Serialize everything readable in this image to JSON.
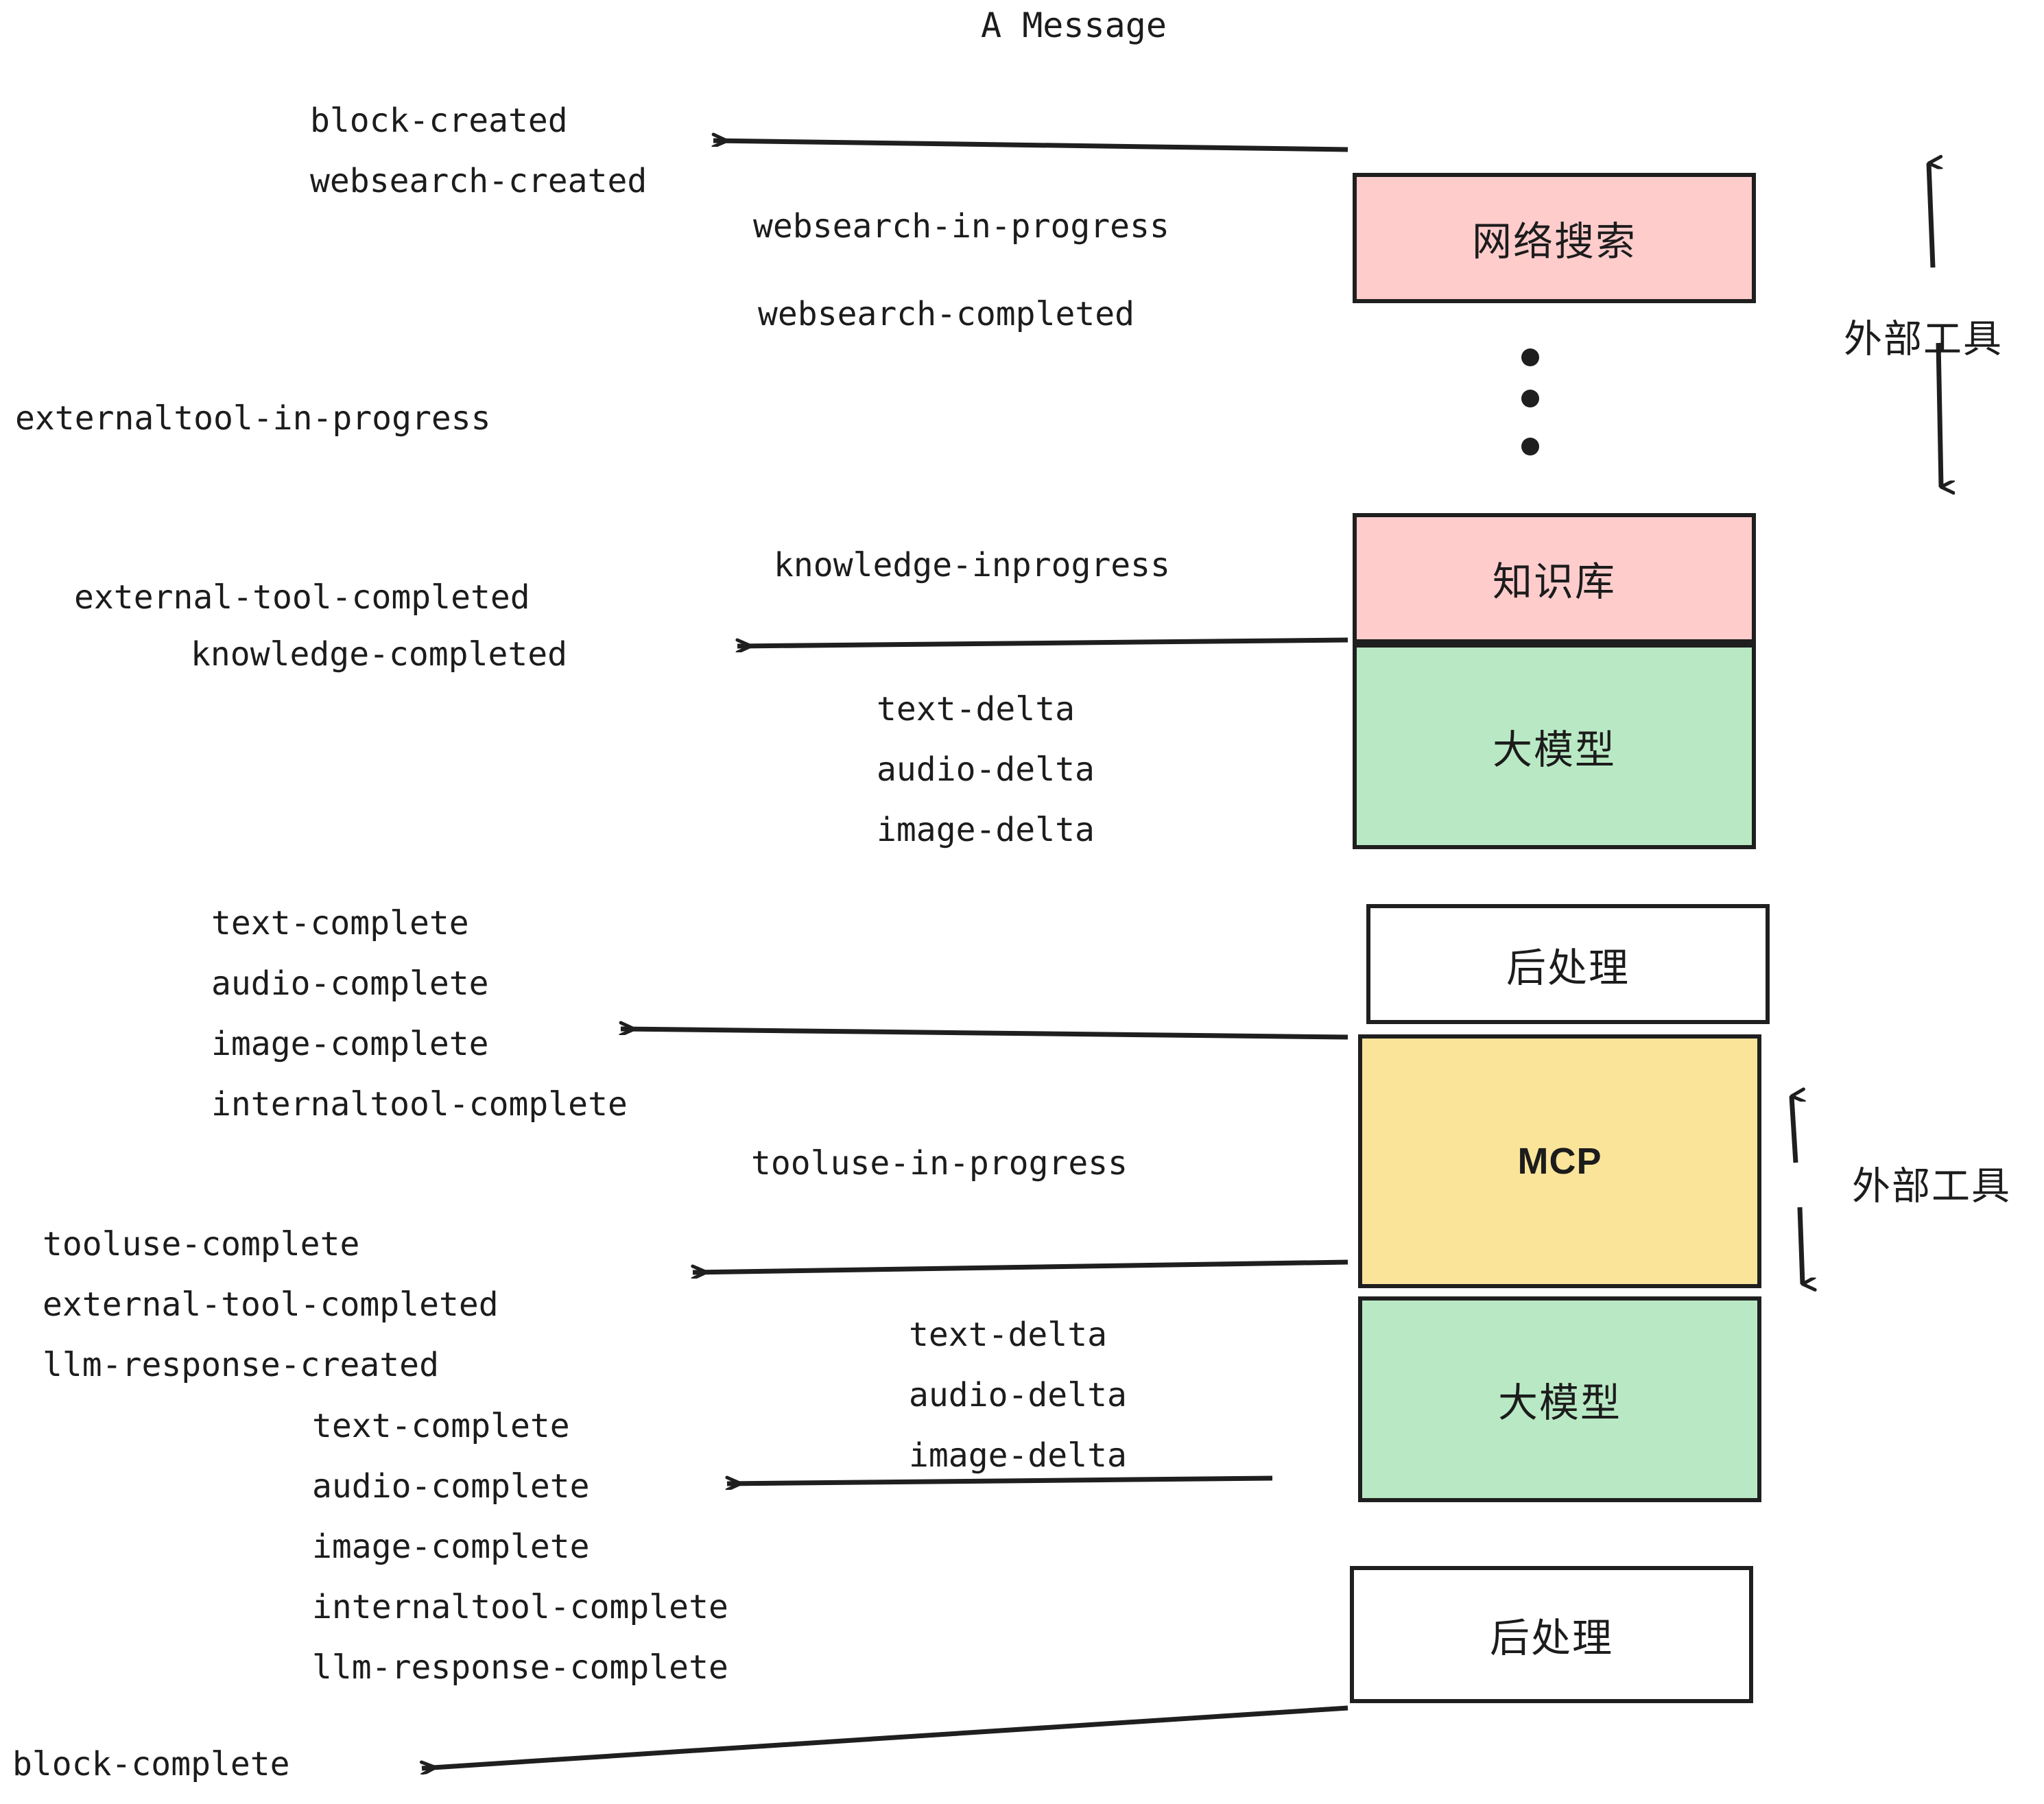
{
  "title": "A Message",
  "colors": {
    "pink": "#FFCCCC",
    "green": "#B9E9C4",
    "yellow": "#FAE49A",
    "white": "#FFFFFF",
    "stroke": "#1F1F1F",
    "text": "#1C1C1C"
  },
  "boxes": [
    {
      "key": "websearch",
      "label": "网络搜索",
      "fill": "#FFCCCC"
    },
    {
      "key": "knowledge",
      "label": "知识库",
      "fill": "#FFCCCC"
    },
    {
      "key": "llm_upper",
      "label": "大模型",
      "fill": "#B9E9C4"
    },
    {
      "key": "postprocess_one",
      "label": "后处理",
      "fill": "#FFFFFF"
    },
    {
      "key": "mcp",
      "label": "MCP",
      "fill": "#FAE49A"
    },
    {
      "key": "llm_lower",
      "label": "大模型",
      "fill": "#B9E9C4"
    },
    {
      "key": "postprocess_two",
      "label": "后处理",
      "fill": "#FFFFFF"
    }
  ],
  "side_labels": [
    {
      "key": "external_tools_upper",
      "label": "外部工具"
    },
    {
      "key": "external_tools_lower",
      "label": "外部工具"
    }
  ],
  "events": [
    {
      "key": "block-created",
      "label": "block-created"
    },
    {
      "key": "websearch-created",
      "label": "websearch-created"
    },
    {
      "key": "websearch-in-progress",
      "label": "websearch-in-progress"
    },
    {
      "key": "websearch-completed",
      "label": "websearch-completed"
    },
    {
      "key": "externaltool-in-progress",
      "label": "externaltool-in-progress"
    },
    {
      "key": "knowledge-inprogress",
      "label": "knowledge-inprogress"
    },
    {
      "key": "external-tool-completed-1",
      "label": "external-tool-completed"
    },
    {
      "key": "knowledge-completed",
      "label": "knowledge-completed"
    },
    {
      "key": "text-delta-1",
      "label": "text-delta"
    },
    {
      "key": "audio-delta-1",
      "label": "audio-delta"
    },
    {
      "key": "image-delta-1",
      "label": "image-delta"
    },
    {
      "key": "text-complete-1",
      "label": "text-complete"
    },
    {
      "key": "audio-complete-1",
      "label": "audio-complete"
    },
    {
      "key": "image-complete-1",
      "label": "image-complete"
    },
    {
      "key": "internaltool-complete-1",
      "label": "internaltool-complete"
    },
    {
      "key": "tooluse-in-progress",
      "label": "tooluse-in-progress"
    },
    {
      "key": "tooluse-complete",
      "label": "tooluse-complete"
    },
    {
      "key": "external-tool-completed-2",
      "label": "external-tool-completed"
    },
    {
      "key": "llm-response-created",
      "label": "llm-response-created"
    },
    {
      "key": "text-delta-2",
      "label": "text-delta"
    },
    {
      "key": "audio-delta-2",
      "label": "audio-delta"
    },
    {
      "key": "image-delta-2",
      "label": "image-delta"
    },
    {
      "key": "text-complete-2",
      "label": "text-complete"
    },
    {
      "key": "audio-complete-2",
      "label": "audio-complete"
    },
    {
      "key": "image-complete-2",
      "label": "image-complete"
    },
    {
      "key": "internaltool-complete-2",
      "label": "internaltool-complete"
    },
    {
      "key": "llm-response-complete",
      "label": "llm-response-complete"
    },
    {
      "key": "block-complete",
      "label": "block-complete"
    }
  ]
}
